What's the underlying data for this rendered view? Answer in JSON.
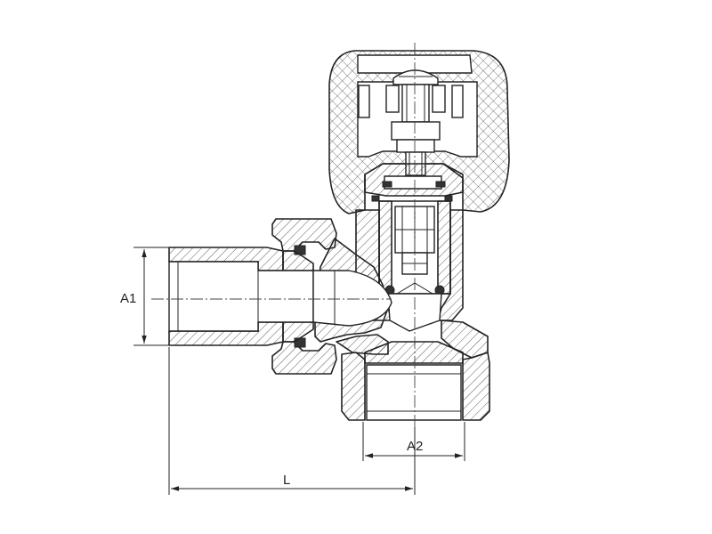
{
  "dimensions": {
    "a1": "A1",
    "a2": "A2",
    "l": "L"
  },
  "colors": {
    "line": "#222222",
    "background": "#ffffff"
  }
}
